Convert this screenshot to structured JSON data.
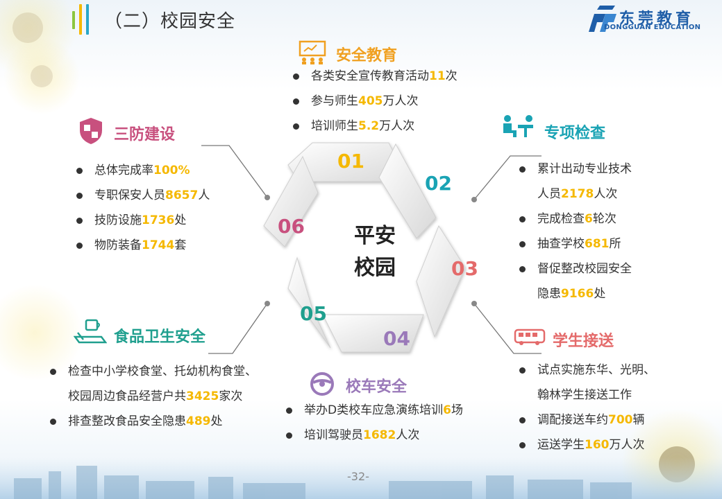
{
  "title": "（二）校园安全",
  "logo": {
    "name": "东莞教育",
    "sub": "DONGGUAN EDUCATION"
  },
  "center": {
    "line1": "平安",
    "line2": "校园"
  },
  "hex_numbers": [
    "01",
    "02",
    "03",
    "04",
    "05",
    "06"
  ],
  "colors": {
    "yellow": "#f5b800",
    "teal": "#1aa3b4",
    "red": "#e46a6a",
    "purple": "#9a79b9",
    "green": "#1f9f8e",
    "pink": "#c8507e",
    "orange": "#f0a020"
  },
  "sections": {
    "education": {
      "title": "安全教育",
      "items": [
        {
          "pre": "各类安全宣传教育活动",
          "hl": "11",
          "post": "次"
        },
        {
          "pre": "参与师生",
          "hl": "405",
          "post": "万人次"
        },
        {
          "pre": "培训师生",
          "hl": "5.2",
          "post": "万人次"
        }
      ]
    },
    "inspection": {
      "title": "专项检查",
      "items": [
        {
          "pre": "累计出动专业技术",
          "hl": "",
          "post": ""
        },
        {
          "pre": "人员",
          "hl": "2178",
          "post": "人次"
        },
        {
          "pre": "完成检查",
          "hl": "6",
          "post": "轮次"
        },
        {
          "pre": "抽查学校",
          "hl": "681",
          "post": "所"
        },
        {
          "pre": "督促整改校园安全",
          "hl": "",
          "post": ""
        },
        {
          "pre": "隐患",
          "hl": "9166",
          "post": "处"
        }
      ]
    },
    "transport": {
      "title": "学生接送",
      "items": [
        {
          "pre": "试点实施东华、光明、",
          "hl": "",
          "post": ""
        },
        {
          "pre": "翰林学生接送工作",
          "hl": "",
          "post": ""
        },
        {
          "pre": "调配接送车约",
          "hl": "700",
          "post": "辆"
        },
        {
          "pre": "运送学生",
          "hl": "160",
          "post": "万人次"
        }
      ]
    },
    "schoolbus": {
      "title": "校车安全",
      "items": [
        {
          "pre": "举办D类校车应急演练培训",
          "hl": "6",
          "post": "场"
        },
        {
          "pre": "培训驾驶员",
          "hl": "1682",
          "post": "人次"
        }
      ]
    },
    "food": {
      "title": "食品卫生安全",
      "items": [
        {
          "pre": "检查中小学校食堂、托幼机构食堂、",
          "hl": "",
          "post": ""
        },
        {
          "pre": "校园周边食品经营户共",
          "hl": "3425",
          "post": "家次"
        },
        {
          "pre": "排查整改食品安全隐患",
          "hl": "489",
          "post": "处"
        }
      ]
    },
    "defense": {
      "title": "三防建设",
      "items": [
        {
          "pre": "总体完成率",
          "hl": "100%",
          "post": ""
        },
        {
          "pre": "专职保安人员",
          "hl": "8657",
          "post": "人"
        },
        {
          "pre": "技防设施",
          "hl": "1736",
          "post": "处"
        },
        {
          "pre": "物防装备",
          "hl": "1744",
          "post": "套"
        }
      ]
    }
  },
  "page_number": "-32-"
}
